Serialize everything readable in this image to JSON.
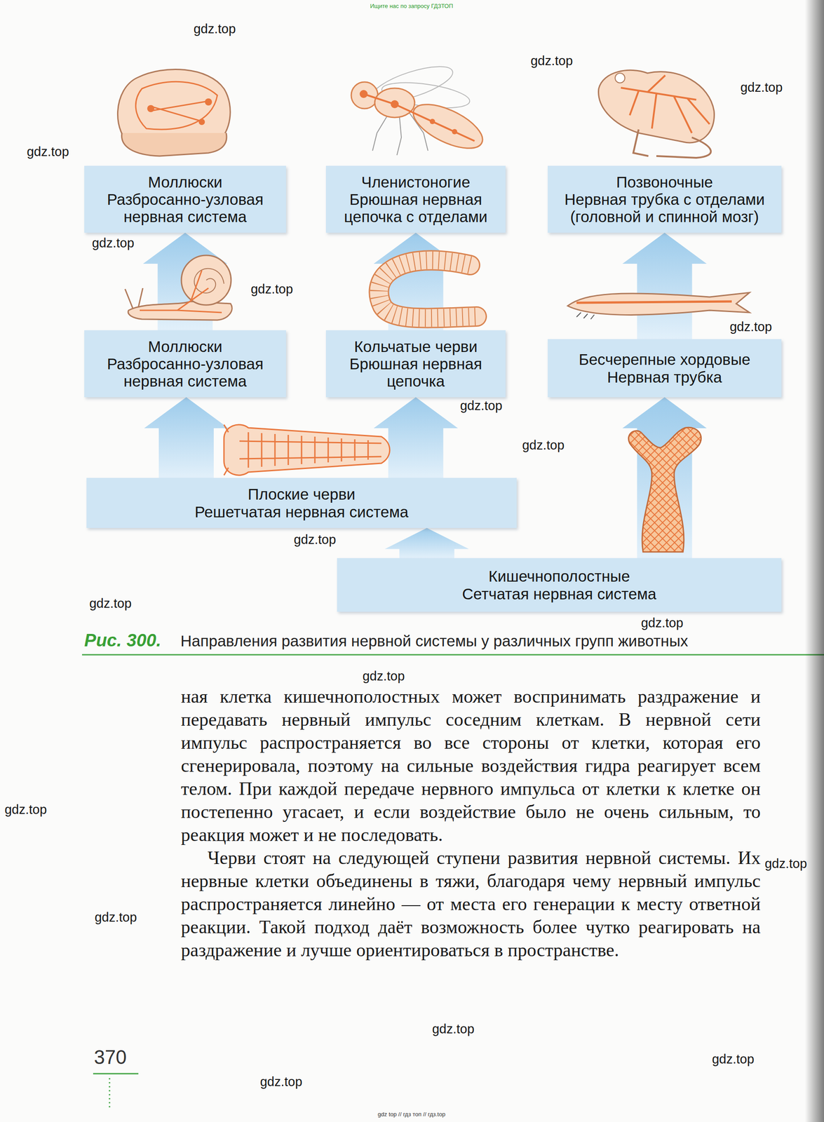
{
  "diagram": {
    "caption": "Направления развития нервной системы у различных групп животных",
    "nodes": [
      {
        "text": [
          "Моллюски",
          "Разбросанно-узловая нервная система"
        ]
      },
      {
        "text": [
          "Членистоногие",
          "Брюшная нервная цепочка с отделами"
        ]
      },
      {
        "text": [
          "Позвоночные",
          "Нервная трубка с отделами (головной и спинной мозг)"
        ]
      },
      {
        "text": [
          "Моллюски",
          "Разбросанно-узловая нервная система"
        ]
      },
      {
        "text": [
          "Кольчатые черви",
          "Брюшная нервная цепочка"
        ]
      },
      {
        "text": [
          "Бесчерепные хордовые",
          "Нервная трубка"
        ]
      },
      {
        "text": [
          "Плоские черви",
          "Решетчатая нервная система"
        ]
      },
      {
        "text": [
          "Кишечнополостные",
          "Сетчатая нервная система"
        ]
      }
    ],
    "edges": [
      {
        "from": 7,
        "to": 6,
        "arrow": "to"
      },
      {
        "from": 6,
        "to": 3,
        "arrow": "to"
      },
      {
        "from": 6,
        "to": 4,
        "arrow": "to"
      },
      {
        "from": 7,
        "to": 5,
        "arrow": "to"
      },
      {
        "from": 3,
        "to": 0,
        "arrow": "to"
      },
      {
        "from": 4,
        "to": 1,
        "arrow": "to"
      },
      {
        "from": 5,
        "to": 2,
        "arrow": "to"
      }
    ],
    "labels": [
      "Ищите нас по запросу ГДЗТОП",
      "gdz.top",
      "gdz.top",
      "gdz.top",
      "gdz.top",
      "gdz.top",
      "gdz.top",
      "gdz.top",
      "gdz.top",
      "gdz.top",
      "gdz.top",
      "gdz.top",
      "gdz.top",
      "gdz.top",
      "gdz.top",
      "gdz.top",
      "gdz.top",
      "gdz.top",
      "gdz.top",
      "gdz.top",
      "Рис. 300.",
      "ная клетка кишечнополостных может воспринимать раздражение и передавать нервный импульс соседним клеткам. В нервной сети импульс распространяется во все стороны от клетки, которая его сгенерировала, поэтому на сильные воздействия гидра реагирует всем телом. При каждой передаче нервного импульса от клетки к клетке он постепенно угасает, и если воздействие было не очень сильным, то реакция может и не последовать.",
      "Черви стоят на следующей ступени развития нервной системы. Их нервные клетки объединены в тяжи, благодаря чему нервный импульс распространяется линейно — от места его генерации к месту ответной реакции. Такой подход даёт возможность более чутко реагировать на раздражение и лучше ориентироваться в пространстве.",
      "370",
      "gdz top // гдз топ // гдз.top"
    ]
  }
}
